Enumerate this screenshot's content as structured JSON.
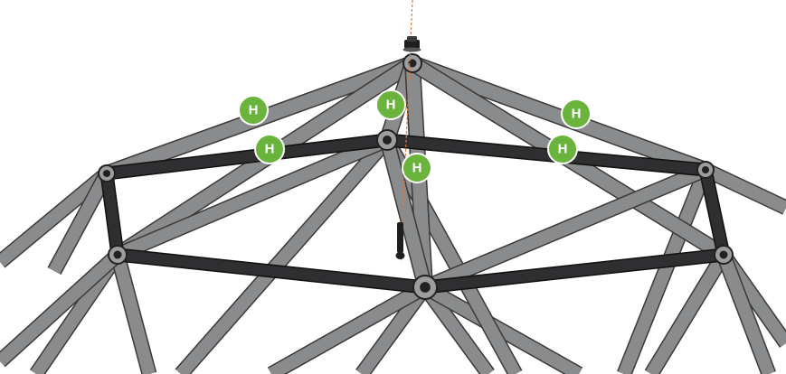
{
  "colors": {
    "background": "#ffffff",
    "grey_tube": "#8a8b8d",
    "grey_tube_edge": "#3a3a3a",
    "black_tube": "#2f2f31",
    "black_tube_edge": "#111111",
    "hub": "#9c9d9f",
    "badge_fill": "#6ab43e",
    "badge_text": "#ffffff",
    "guide_line": "#e07a3a"
  },
  "badges": [
    {
      "id": "badge-1",
      "letter": "H"
    },
    {
      "id": "badge-2",
      "letter": "H"
    },
    {
      "id": "badge-3",
      "letter": "H"
    },
    {
      "id": "badge-4",
      "letter": "H"
    },
    {
      "id": "badge-5",
      "letter": "H"
    },
    {
      "id": "badge-6",
      "letter": "H"
    }
  ],
  "icons": {
    "top_cap": "cap-nut-icon",
    "bolt": "bolt-icon",
    "guide": "dashed-guide-line"
  }
}
